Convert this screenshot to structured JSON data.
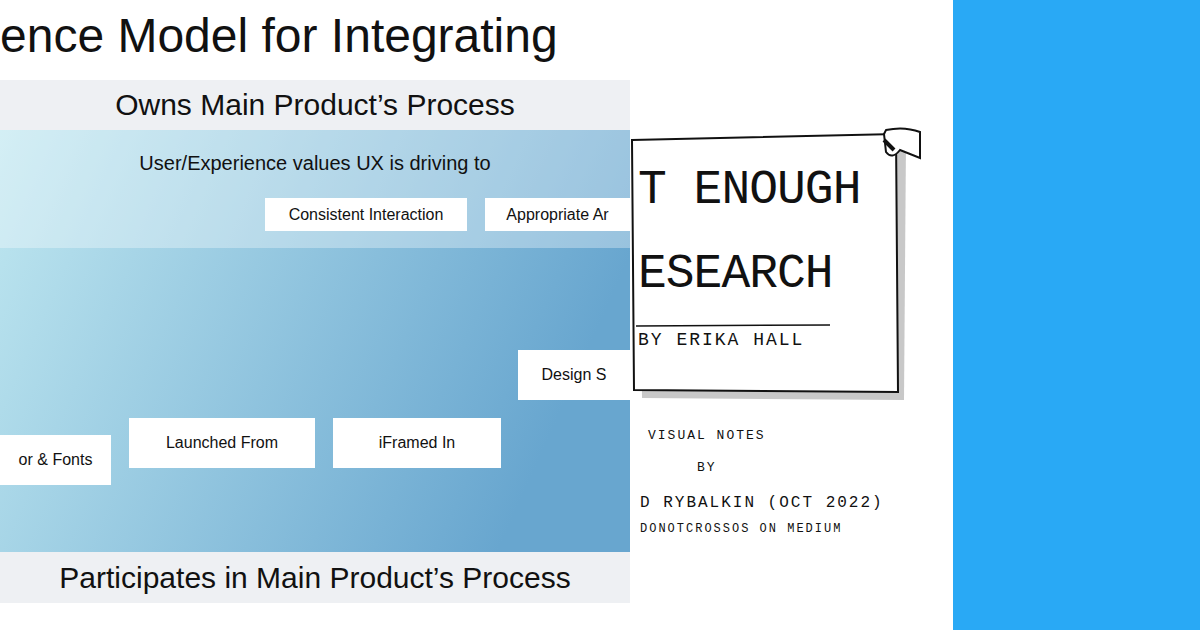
{
  "diagram": {
    "title": "ence Model for Integrating",
    "nodes": [
      {
        "text": [
          "Owns Main Product’s Process"
        ]
      },
      {
        "text": [
          "User/Experience values UX is driving to"
        ]
      },
      {
        "text": [
          "Consistent Interaction"
        ],
        "in": 1
      },
      {
        "text": [
          "Appropriate Ar"
        ],
        "in": 1
      },
      {
        "text": [
          "Design S"
        ]
      },
      {
        "text": [
          "or & Fonts"
        ]
      },
      {
        "text": [
          "Launched From"
        ]
      },
      {
        "text": [
          "iFramed In"
        ]
      },
      {
        "text": [
          "Participates in Main Product’s Process"
        ]
      },
      {
        "text": [
          "T ENOUGH ESEARCH",
          "BY ERIKA HALL"
        ]
      }
    ],
    "labels": [
      "VISUAL NOTES",
      "BY",
      "D RYBALKIN (OCT 2022)",
      "DONOTCROSSOS ON MEDIUM"
    ]
  }
}
